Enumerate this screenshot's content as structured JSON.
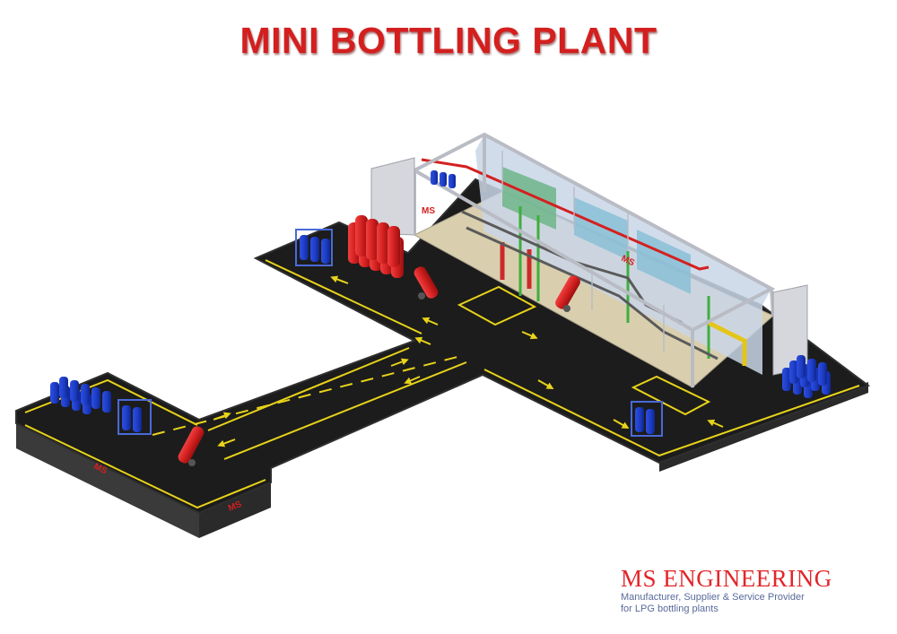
{
  "title": "MINI BOTTLING PLANT",
  "brand": {
    "name": "MS ENGINEERING",
    "tagline_line1": "Manufacturer, Supplier & Service Provider",
    "tagline_line2": "for LPG bottling plants"
  },
  "logo_text": "MS",
  "colors": {
    "title": "#d41f1f",
    "road": "#1c1c1c",
    "road_edge": "#2f2f2f",
    "lane_line": "#e8d31a",
    "cylinder_blue": "#1f3fc8",
    "cylinder_red": "#d42020",
    "container_frame": "#b9bcc4",
    "container_floor": "#d9cfae"
  }
}
